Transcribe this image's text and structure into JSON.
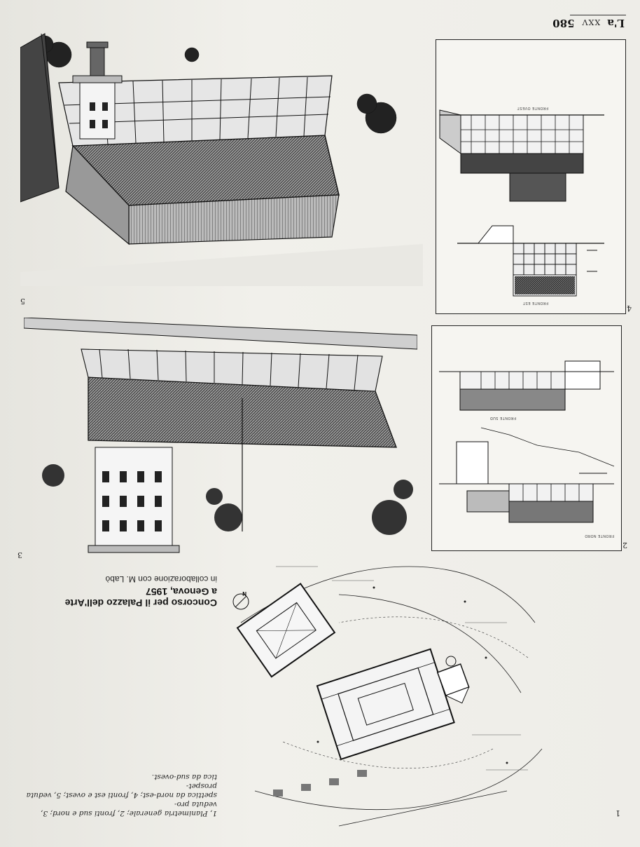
{
  "header": {
    "publication": "L'a",
    "volume": "XXV",
    "page_number": "580"
  },
  "article": {
    "title_line1": "Concorso per il Palazzo dell'Arte",
    "title_line2": "a Genova, 1957",
    "collaboration": "in collaborazione con M. Labò"
  },
  "figures": {
    "fig1": "1",
    "fig2": "2",
    "fig3": "3",
    "fig4": "4",
    "fig5": "5"
  },
  "caption": {
    "line1": "1, Planimetria generale; 2, fronti sud e nord; 3, veduta pro-",
    "line2": "spettica da nord-est; 4, fronti est e ovest; 5, veduta prospet-",
    "line3": "tica da sud-ovest."
  },
  "drawing_labels": {
    "north": "N",
    "fronte_est": "FRONTE EST",
    "fronte_ovest": "FRONTE OVEST",
    "fronte_sud": "FRONTE SUD",
    "fronte_nord": "FRONTE NORD"
  },
  "colors": {
    "ink": "#1a1a1a",
    "paper": "#efeee9"
  }
}
